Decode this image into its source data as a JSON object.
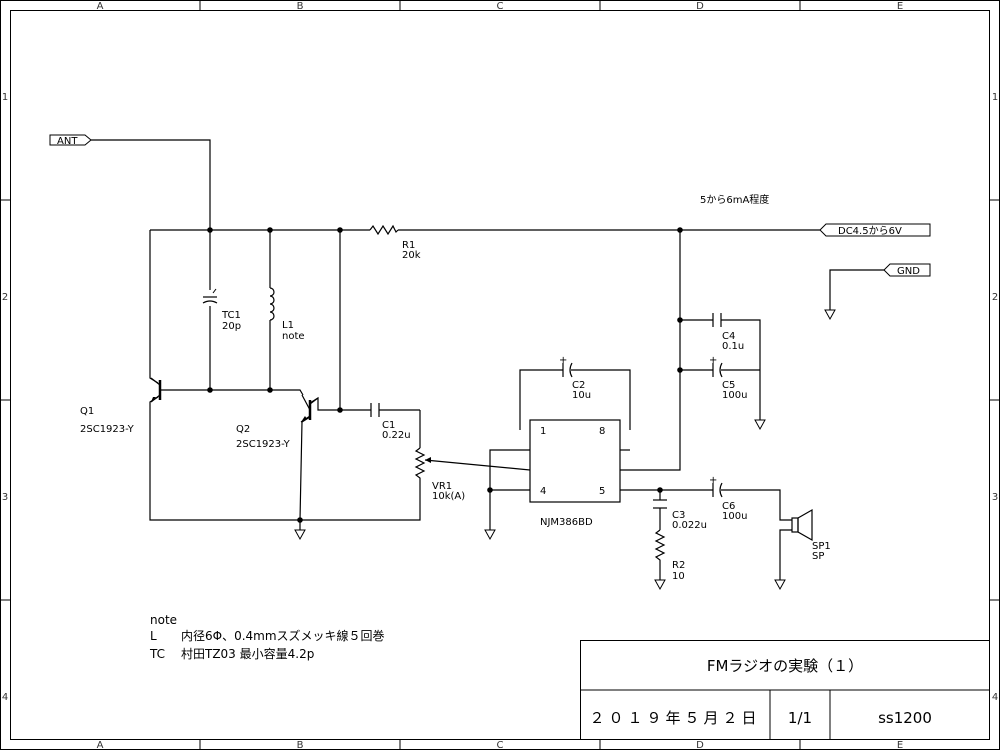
{
  "frame": {
    "columns": [
      "A",
      "B",
      "C",
      "D",
      "E"
    ],
    "rows": [
      "1",
      "2",
      "3",
      "4"
    ]
  },
  "ports": {
    "ant": "ANT",
    "dc": "DC4.5から6V",
    "gnd": "GND"
  },
  "current_note": "5から6mA程度",
  "components": {
    "r1": {
      "ref": "R1",
      "value": "20k"
    },
    "tc1": {
      "ref": "TC1",
      "value": "20p"
    },
    "l1": {
      "ref": "L1",
      "value": "note"
    },
    "q1": {
      "ref": "Q1",
      "value": "2SC1923-Y"
    },
    "q2": {
      "ref": "Q2",
      "value": "2SC1923-Y"
    },
    "c1": {
      "ref": "C1",
      "value": "0.22u"
    },
    "vr1": {
      "ref": "VR1",
      "value": "10k(A)"
    },
    "c2": {
      "ref": "C2",
      "value": "10u"
    },
    "c3": {
      "ref": "C3",
      "value": "0.022u"
    },
    "c4": {
      "ref": "C4",
      "value": "0.1u"
    },
    "c5": {
      "ref": "C5",
      "value": "100u"
    },
    "c6": {
      "ref": "C6",
      "value": "100u"
    },
    "r2": {
      "ref": "R2",
      "value": "10"
    },
    "sp1": {
      "ref": "SP1",
      "value": "SP"
    },
    "ic": {
      "name": "NJM386BD",
      "pin1": "1",
      "pin8": "8",
      "pin4": "4",
      "pin5": "5"
    }
  },
  "notes": {
    "title": "note",
    "line1_key": "L",
    "line1_text": "内径6Φ、0.4mmスズメッキ線５回巻",
    "line2_key": "TC",
    "line2_text": "村田TZ03  最小容量4.2p"
  },
  "title_block": {
    "title": "FMラジオの実験（１）",
    "date": "２０１９年５月２日",
    "sheet": "1/1",
    "author": "ss1200"
  }
}
